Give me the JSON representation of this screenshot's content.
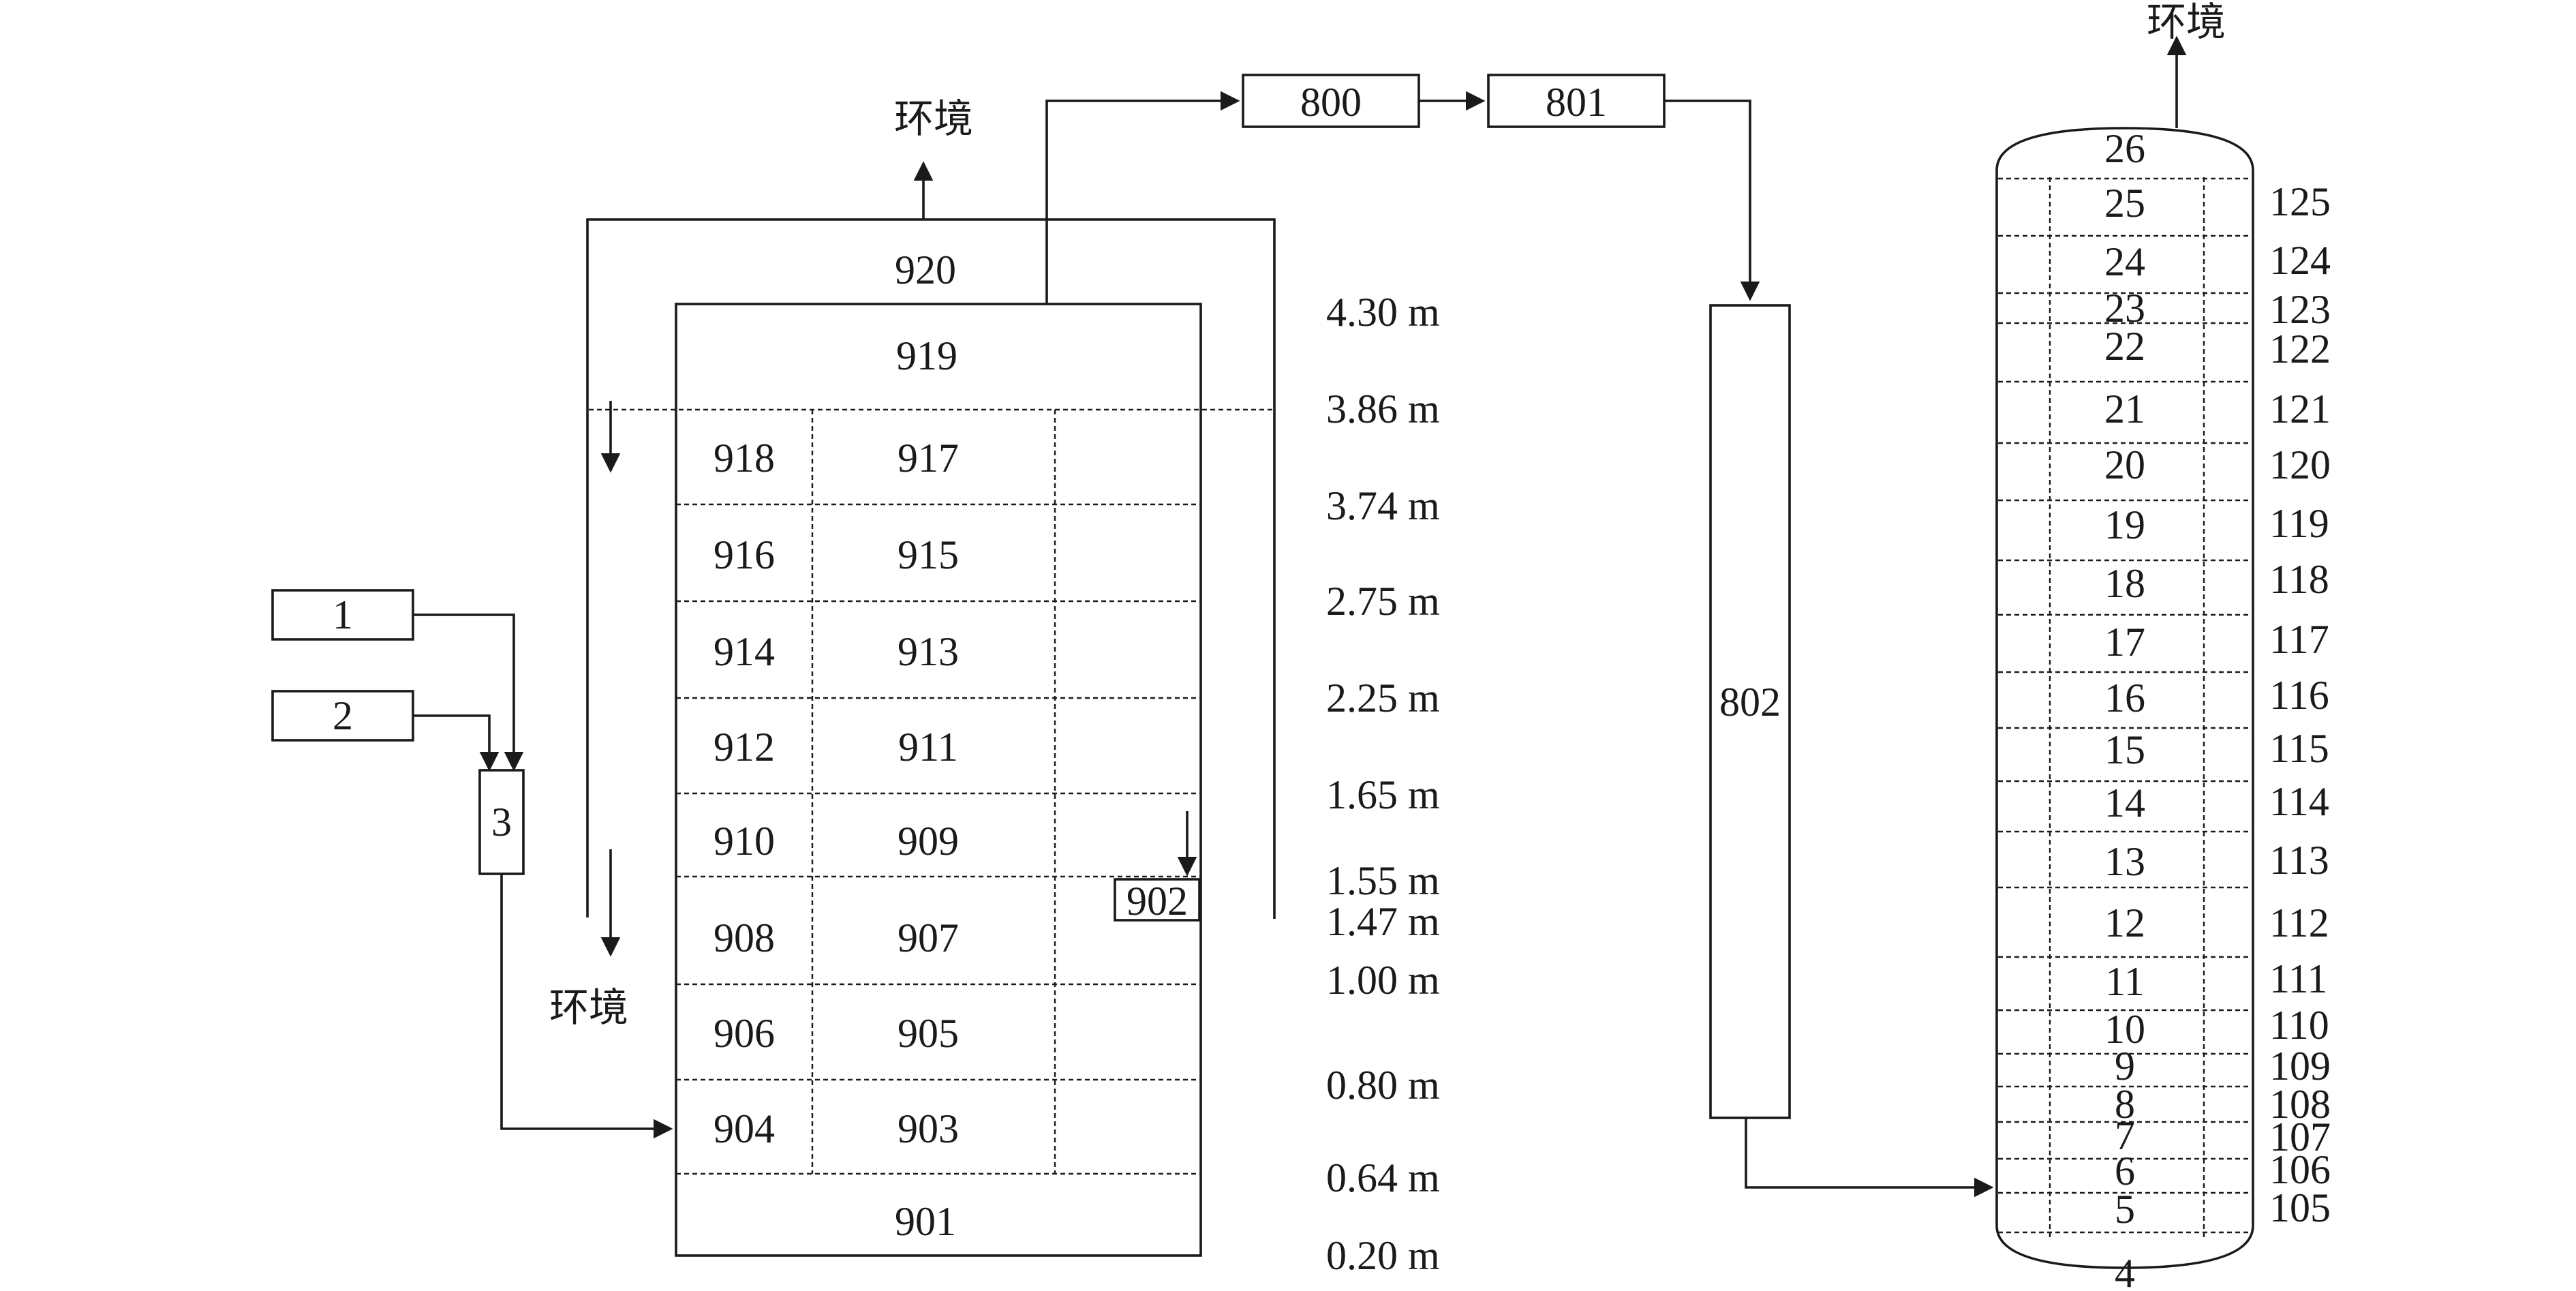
{
  "environment_label": "环境",
  "source_boxes": {
    "src1": "1",
    "src2": "2",
    "mixer": "3"
  },
  "chamber": {
    "top_zone": "920",
    "upper_zone": "919",
    "bottom_zone": "901",
    "inlet_zone": "902",
    "cells": [
      [
        "918",
        "917"
      ],
      [
        "916",
        "915"
      ],
      [
        "914",
        "913"
      ],
      [
        "912",
        "911"
      ],
      [
        "910",
        "909"
      ],
      [
        "908",
        "907"
      ],
      [
        "906",
        "905"
      ],
      [
        "904",
        "903"
      ]
    ]
  },
  "heights": [
    "4.30 m",
    "3.86 m",
    "3.74 m",
    "2.75 m",
    "2.25 m",
    "1.65 m",
    "1.55 m",
    "1.47 m",
    "1.00 m",
    "0.80 m",
    "0.64 m",
    "0.20 m"
  ],
  "pipeline": {
    "unit_a": "800",
    "unit_b": "801",
    "unit_c": "802"
  },
  "column": {
    "top_cap": "26",
    "bottom_cap": "4",
    "stages": [
      {
        "inner": "25",
        "outer": "125"
      },
      {
        "inner": "24",
        "outer": "124"
      },
      {
        "inner": "23",
        "outer": "123"
      },
      {
        "inner": "22",
        "outer": "122"
      },
      {
        "inner": "21",
        "outer": "121"
      },
      {
        "inner": "20",
        "outer": "120"
      },
      {
        "inner": "19",
        "outer": "119"
      },
      {
        "inner": "18",
        "outer": "118"
      },
      {
        "inner": "17",
        "outer": "117"
      },
      {
        "inner": "16",
        "outer": "116"
      },
      {
        "inner": "15",
        "outer": "115"
      },
      {
        "inner": "14",
        "outer": "114"
      },
      {
        "inner": "13",
        "outer": "113"
      },
      {
        "inner": "12",
        "outer": "112"
      },
      {
        "inner": "11",
        "outer": "111"
      },
      {
        "inner": "10",
        "outer": "110"
      },
      {
        "inner": "9",
        "outer": "109"
      },
      {
        "inner": "8",
        "outer": "108"
      },
      {
        "inner": "7",
        "outer": "107"
      },
      {
        "inner": "6",
        "outer": "106"
      },
      {
        "inner": "5",
        "outer": "105"
      }
    ]
  }
}
